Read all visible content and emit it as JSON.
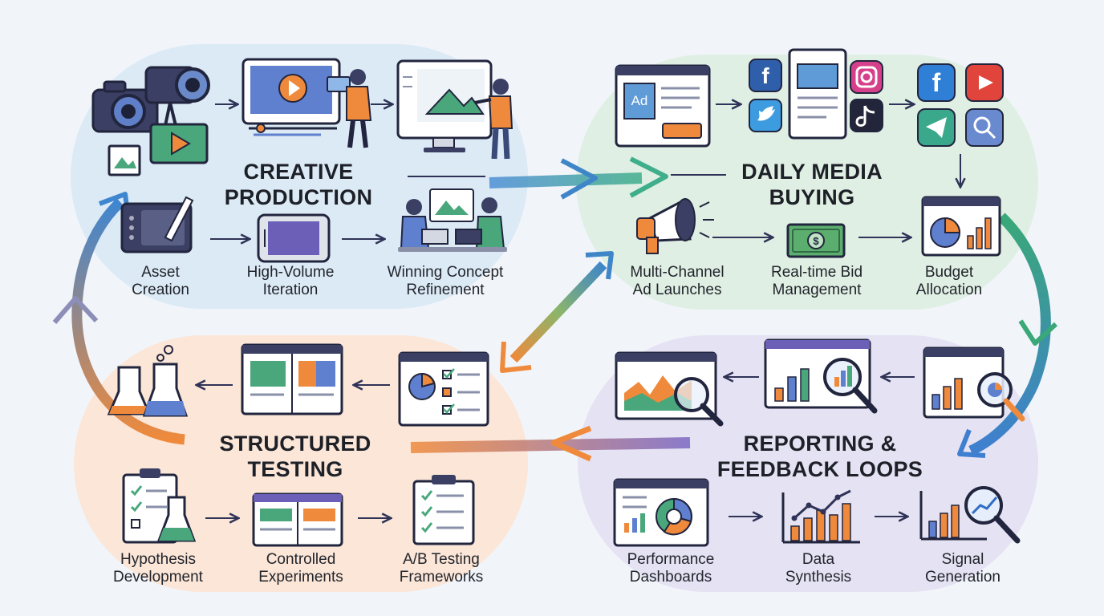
{
  "sections": {
    "creative": {
      "title_line1": "CREATIVE",
      "title_line2": "PRODUCTION",
      "steps": [
        {
          "line1": "Asset",
          "line2": "Creation"
        },
        {
          "line1": "High-Volume",
          "line2": "Iteration"
        },
        {
          "line1": "Winning Concept",
          "line2": "Refinement"
        }
      ]
    },
    "media": {
      "title_line1": "DAILY MEDIA",
      "title_line2": "BUYING",
      "ad_label": "Ad",
      "steps": [
        {
          "line1": "Multi-Channel",
          "line2": "Ad Launches"
        },
        {
          "line1": "Real-time Bid",
          "line2": "Management"
        },
        {
          "line1": "Budget",
          "line2": "Allocation"
        }
      ]
    },
    "testing": {
      "title_line1": "STRUCTURED",
      "title_line2": "TESTING",
      "steps": [
        {
          "line1": "Hypothesis",
          "line2": "Development"
        },
        {
          "line1": "Controlled",
          "line2": "Experiments"
        },
        {
          "line1": "A/B Testing",
          "line2": "Frameworks"
        }
      ]
    },
    "reporting": {
      "title_line1": "REPORTING &",
      "title_line2": "FEEDBACK LOOPS",
      "steps": [
        {
          "line1": "Performance",
          "line2": "Dashboards"
        },
        {
          "line1": "Data",
          "line2": "Synthesis"
        },
        {
          "line1": "Signal",
          "line2": "Generation"
        }
      ]
    }
  },
  "colors": {
    "creative_bg": "#dceaf6",
    "media_bg": "#e0efe4",
    "testing_bg": "#fbe6d8",
    "reporting_bg": "#e5e2f3",
    "navy": "#2f3357",
    "orange": "#ef8a3c",
    "green": "#49a77b",
    "blue": "#3f7fc7",
    "purple": "#6e62b5"
  }
}
